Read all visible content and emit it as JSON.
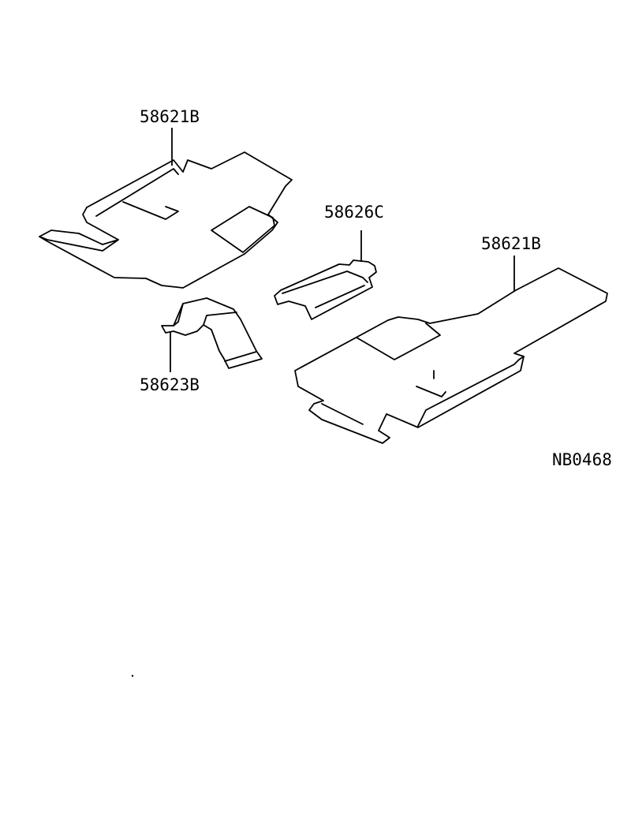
{
  "parts": [
    {
      "id": "rear-left-mat",
      "callout": "58621B"
    },
    {
      "id": "center-piece",
      "callout": "58626C"
    },
    {
      "id": "right-mat",
      "callout": "58621B"
    },
    {
      "id": "tunnel-piece",
      "callout": "58623B"
    }
  ],
  "diagram_code": "NB0468"
}
